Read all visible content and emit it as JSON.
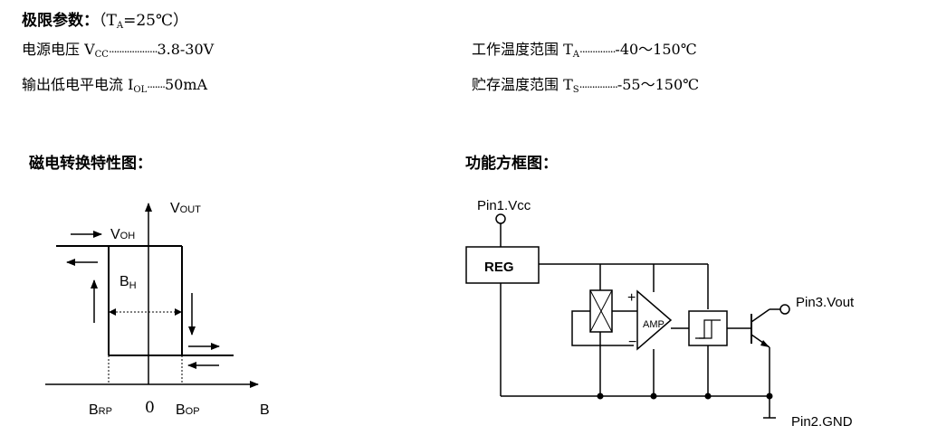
{
  "limits": {
    "title": "极限参数：",
    "condition_prefix": "（T",
    "condition_sub": "A",
    "condition_suffix": "=25℃）"
  },
  "params": [
    {
      "label": "电源电压 V",
      "sub": "CC",
      "dots": "...................",
      "value": "3.8-30V"
    },
    {
      "label": "输出低电平电流 I",
      "sub": "OL",
      "dots": ".......",
      "value": "50mA"
    },
    {
      "label": "工作温度范围 T",
      "sub": "A",
      "dots": "..............",
      "value": "-40～150℃"
    },
    {
      "label": "贮存温度范围 T",
      "sub": "S",
      "dots": "...............",
      "value": "-55～150℃"
    }
  ],
  "sections": {
    "hysteresis_title": "磁电转换特性图：",
    "block_title": "功能方框图："
  },
  "hysteresis": {
    "vout": "V",
    "vout_sub": "OUT",
    "voh": "V",
    "voh_sub": "OH",
    "bh": "B",
    "bh_sub": "H",
    "brp": "B",
    "brp_sub": "RP",
    "zero": "0",
    "bop": "B",
    "bop_sub": "OP",
    "b_axis": "B"
  },
  "block": {
    "pin1": "Pin1.Vcc",
    "reg": "REG",
    "amp": "AMP",
    "pin3": "Pin3.Vout",
    "pin2": "Pin2.GND"
  }
}
